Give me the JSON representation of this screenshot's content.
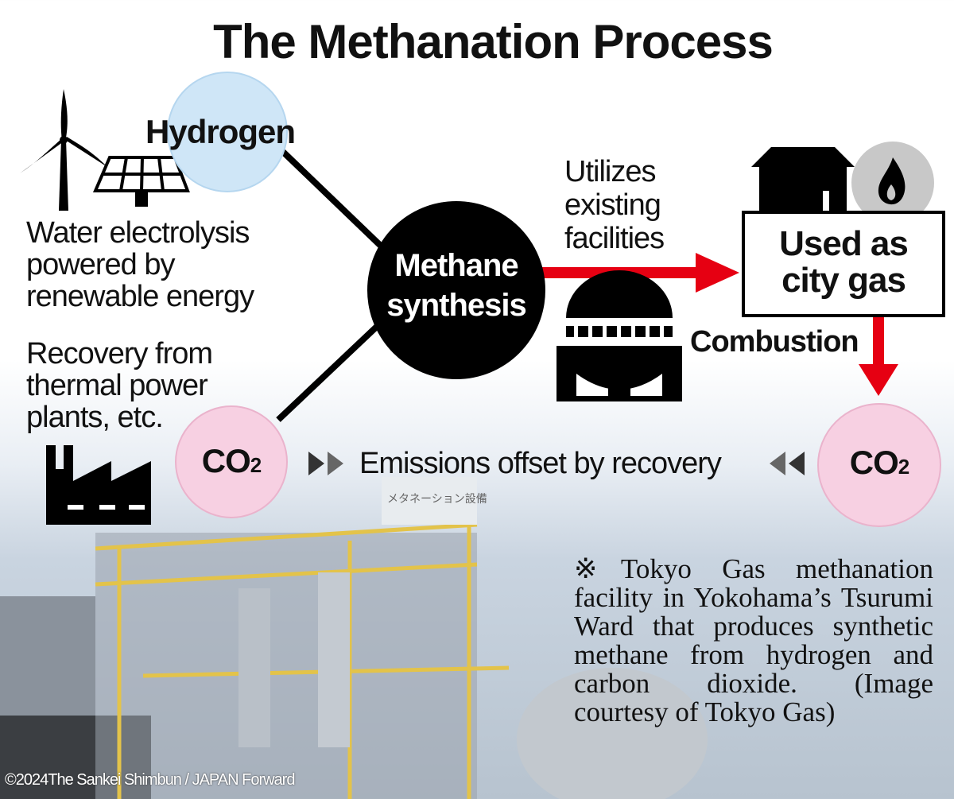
{
  "title": "The Methanation Process",
  "nodes": {
    "hydrogen": "Hydrogen",
    "methane_line1": "Methane",
    "methane_line2": "synthesis",
    "city_gas_line1": "Used as",
    "city_gas_line2": "city gas",
    "co2_left": "CO",
    "co2_left_sub": "2",
    "co2_right": "CO",
    "co2_right_sub": "2"
  },
  "labels": {
    "water_lines": [
      "Water electrolysis",
      "powered by",
      "renewable energy"
    ],
    "recovery_lines": [
      "Recovery from",
      "thermal power",
      "plants, etc."
    ],
    "utilizes_lines": [
      "Utilizes",
      "existing",
      "facilities"
    ],
    "combustion": "Combustion",
    "emissions": "Emissions offset by recovery"
  },
  "photo_sign": "メタネーション設備",
  "caption": "※Tokyo Gas methanation facility in Yokohama’s Tsurumi Ward that produces synthetic methane from hydrogen and carbon dioxide. (Image courtesy of Tokyo Gas)",
  "copyright": "©2024The Sankei Shimbun / JAPAN Forward",
  "colors": {
    "arrow": "#e60012",
    "hydrogen": "#cfe6f7",
    "co2": "#f7d0e2",
    "flame_circle": "#c8c8c8"
  }
}
